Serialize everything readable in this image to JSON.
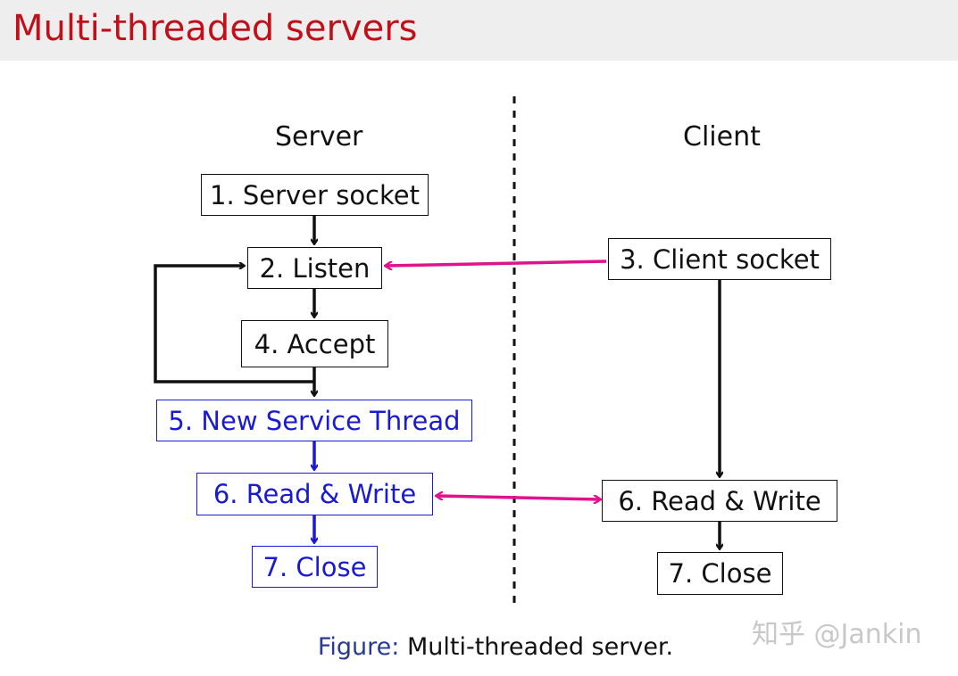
{
  "header": {
    "title": "Multi-threaded servers"
  },
  "columns": {
    "server": "Server",
    "client": "Client"
  },
  "server_steps": [
    {
      "label": "1. Server socket",
      "style": "black"
    },
    {
      "label": "2. Listen",
      "style": "black"
    },
    {
      "label": "4. Accept",
      "style": "black"
    },
    {
      "label": "5. New Service Thread",
      "style": "blue"
    },
    {
      "label": "6. Read & Write",
      "style": "blue"
    },
    {
      "label": "7. Close",
      "style": "blue"
    }
  ],
  "client_steps": [
    {
      "label": "3. Client socket"
    },
    {
      "label": "6. Read & Write"
    },
    {
      "label": "7. Close"
    }
  ],
  "caption": {
    "label": "Figure:",
    "text": "Multi-threaded server."
  },
  "watermark": "知乎 @Jankin",
  "colors": {
    "title": "#c0101a",
    "thread_blue": "#1a1ad0",
    "connection_magenta": "#e0128c",
    "caption_label": "#2a3a8c"
  }
}
